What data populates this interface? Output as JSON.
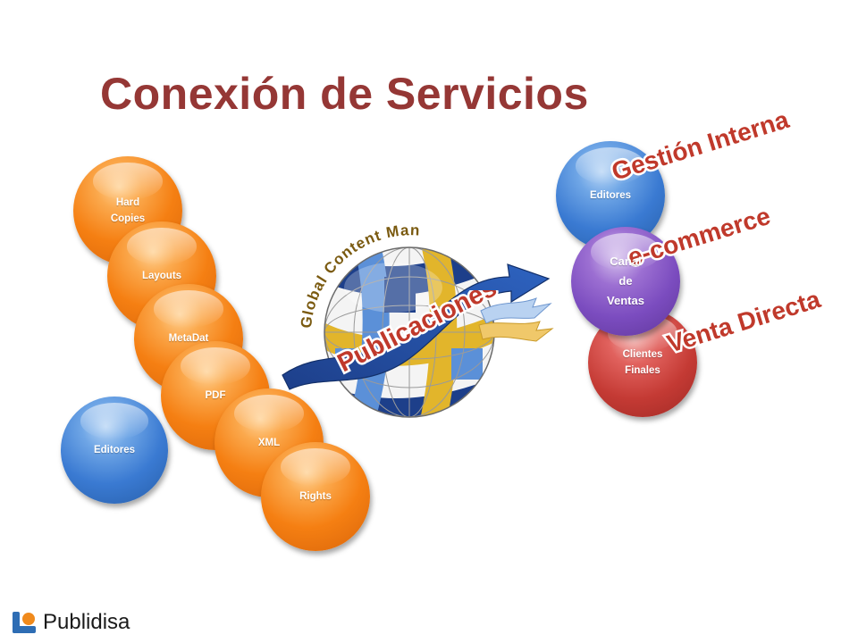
{
  "slide": {
    "title": "Conexión de Servicios"
  },
  "content_balls": [
    {
      "label": "Hard\nCopies",
      "color": "orange"
    },
    {
      "label": "Layouts",
      "color": "orange"
    },
    {
      "label": "MetaDat",
      "color": "orange"
    },
    {
      "label": "PDF",
      "color": "orange"
    },
    {
      "label": "XML",
      "color": "orange"
    },
    {
      "label": "Rights",
      "color": "orange"
    }
  ],
  "left_editors": {
    "label": "Editores",
    "color": "blue"
  },
  "right_balls": {
    "editores": {
      "label": "Editores",
      "color": "blue"
    },
    "canal": {
      "label": "Canal\nde\nVentas",
      "color": "purple"
    },
    "clientes": {
      "label": "Clientes\nFinales",
      "color": "red"
    }
  },
  "globe": {
    "arc_text": "Global Content Manager",
    "arrow_text": "Publicaciones"
  },
  "side_labels": {
    "gestion": "Gestión Interna",
    "ecommerce": "e-commerce",
    "venta": "Venta Directa"
  },
  "brand": {
    "name": "Publidisa",
    "accent_blue": "#2e6db4",
    "accent_orange": "#f08a1c"
  },
  "colors": {
    "title": "#953735",
    "orange": "#f57f12",
    "blue": "#3a7ad2",
    "red": "#c43a34",
    "purple": "#7b4cbf",
    "label_fill": "#c0392b"
  }
}
